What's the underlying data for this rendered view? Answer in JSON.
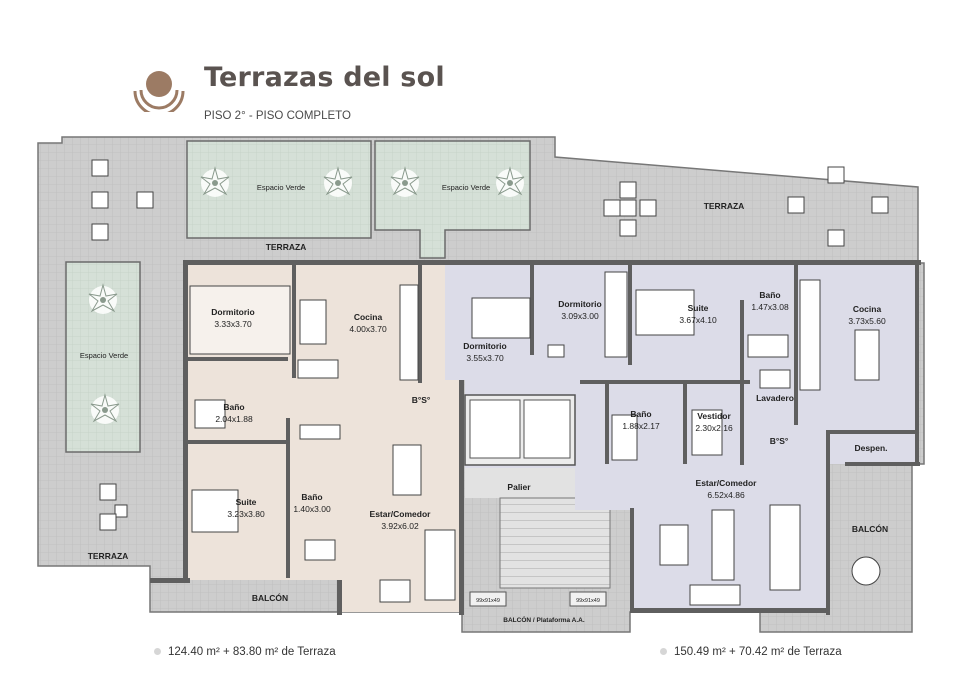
{
  "header": {
    "title": "Terrazas del sol",
    "subtitle": "PISO 2° - PISO COMPLETO",
    "logo_icon": "sun-rings-logo"
  },
  "areas": {
    "left": "124.40 m² + 83.80 m² de Terraza",
    "right": "150.49 m² + 70.42 m² de Terraza"
  },
  "rooms": {
    "dormitorio_1": {
      "name": "Dormitorio",
      "size": "3.33x3.70"
    },
    "cocina_1": {
      "name": "Cocina",
      "size": "4.00x3.70"
    },
    "bano_1": {
      "name": "Baño",
      "size": "2.04x1.88"
    },
    "suite_1": {
      "name": "Suite",
      "size": "3.23x3.80"
    },
    "bano_2": {
      "name": "Baño",
      "size": "1.40x3.00"
    },
    "estar_1": {
      "name": "Estar/Comedor",
      "size": "3.92x6.02"
    },
    "bs_1": {
      "name": "B°S°"
    },
    "dormitorio_2": {
      "name": "Dormitorio",
      "size": "3.55x3.70"
    },
    "dormitorio_3": {
      "name": "Dormitorio",
      "size": "3.09x3.00"
    },
    "suite_2": {
      "name": "Suite",
      "size": "3.67x4.10"
    },
    "bano_3": {
      "name": "Baño",
      "size": "1.47x3.08"
    },
    "cocina_2": {
      "name": "Cocina",
      "size": "3.73x5.60"
    },
    "lavadero": {
      "name": "Lavadero"
    },
    "bano_4": {
      "name": "Baño",
      "size": "1.88x2.17"
    },
    "vestidor": {
      "name": "Vestidor",
      "size": "2.30x2.16"
    },
    "bs_2": {
      "name": "B°S°"
    },
    "despen": {
      "name": "Despen."
    },
    "estar_2": {
      "name": "Estar/Comedor",
      "size": "6.52x4.86"
    },
    "palier": {
      "name": "Palier"
    }
  },
  "outdoor": {
    "espacio_verde_1": "Espacio Verde",
    "espacio_verde_2": "Espacio Verde",
    "espacio_verde_3": "Espacio Verde",
    "terraza_top_left": "TERRAZA",
    "terraza_top_right": "TERRAZA",
    "terraza_left": "TERRAZA",
    "balcon_left": "BALCÓN",
    "balcon_right": "BALCÓN",
    "balcon_center": "BALCÓN / Plataforma A.A.",
    "ac_1": "99x91x49",
    "ac_2": "99x91x49"
  },
  "colors": {
    "terrace": "#cdcdcd",
    "green": "#d8e3da",
    "unit_left": "#ede3da",
    "unit_right": "#dcdce8",
    "common": "#e2e2e2",
    "title": "#5a5350",
    "logo": "#9c7b64",
    "wall": "#5f5f5f"
  }
}
